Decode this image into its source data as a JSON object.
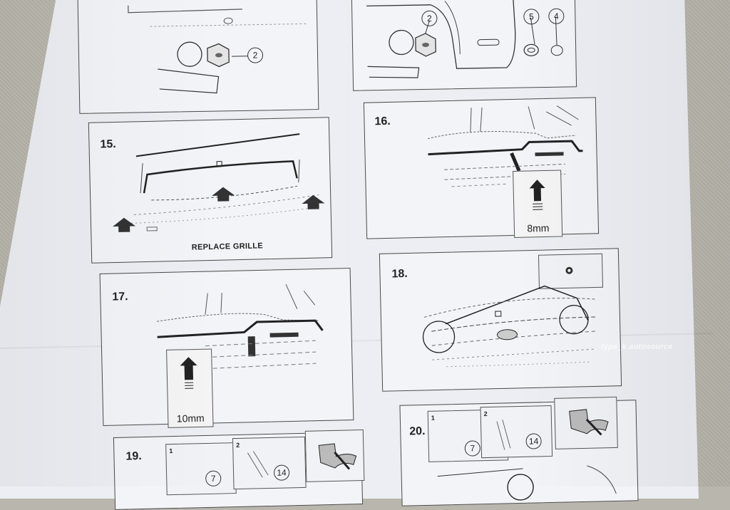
{
  "steps": {
    "s15": "15.",
    "s16": "16.",
    "s17": "17.",
    "s18": "18.",
    "s19": "19.",
    "s20": "20."
  },
  "captions": {
    "replace_grille": "REPLACE GRILLE",
    "size_16": "8mm",
    "size_17": "10mm"
  },
  "callouts": {
    "top_left_2": "2",
    "top_right_2": "2",
    "top_right_5": "5",
    "top_right_4": "4",
    "s19_sub1": "1",
    "s19_sub2": "2",
    "s19_7": "7",
    "s19_14": "14",
    "s20_sub1": "1",
    "s20_sub2": "2",
    "s20_7": "7",
    "s20_14": "14"
  },
  "watermark": "type_k autosource",
  "colors": {
    "paper": "#eceef3",
    "ink": "#333333",
    "carpet": "#b9b6ad"
  }
}
